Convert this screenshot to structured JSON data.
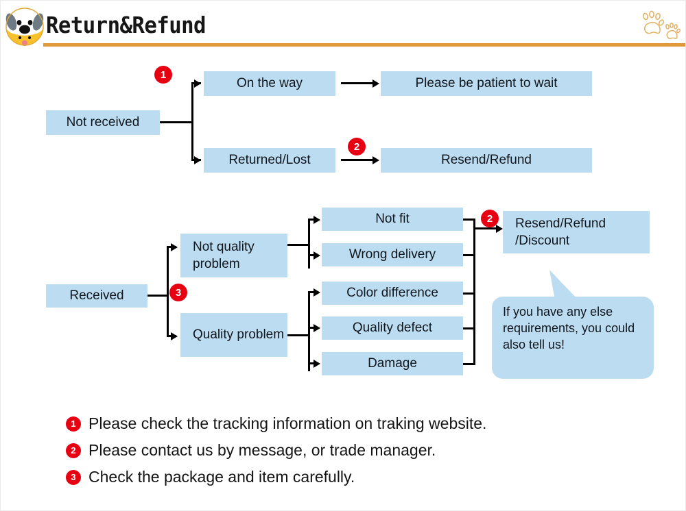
{
  "header": {
    "title": "Return&Refund",
    "logo_icon": "dog-face-icon",
    "paw_icon": "paw-prints-icon",
    "rule_color": "#e09a3c"
  },
  "colors": {
    "box_fill": "#bcdcf1",
    "badge_red": "#e60012",
    "connector": "#000000",
    "text": "#10161c"
  },
  "flow_not_received": {
    "root": "Not received",
    "badge": "1",
    "branches": [
      {
        "condition": "On the way",
        "outcome": "Please be patient to wait",
        "badge": ""
      },
      {
        "condition": "Returned/Lost",
        "outcome": "Resend/Refund",
        "badge": "2"
      }
    ]
  },
  "flow_received": {
    "root": "Received",
    "badge": "3",
    "categories": [
      {
        "label": "Not quality problem",
        "reasons": [
          "Not fit",
          "Wrong delivery"
        ]
      },
      {
        "label": "Quality problem",
        "reasons": [
          "Color difference",
          "Quality defect",
          "Damage"
        ]
      }
    ],
    "outcome": "Resend/Refund\n/Discount",
    "outcome_line1": "Resend/Refund",
    "outcome_line2": "/Discount",
    "outcome_badge": "2",
    "reasons_flat": [
      "Not fit",
      "Wrong delivery",
      "Color difference",
      "Quality defect",
      "Damage"
    ]
  },
  "bubble": {
    "text": "If you have any else requirements, you could also tell us!"
  },
  "legend": [
    {
      "num": "1",
      "text": "Please check the tracking information on traking website."
    },
    {
      "num": "2",
      "text": "Please contact us by message, or trade manager."
    },
    {
      "num": "3",
      "text": "Check the package and item carefully."
    }
  ]
}
